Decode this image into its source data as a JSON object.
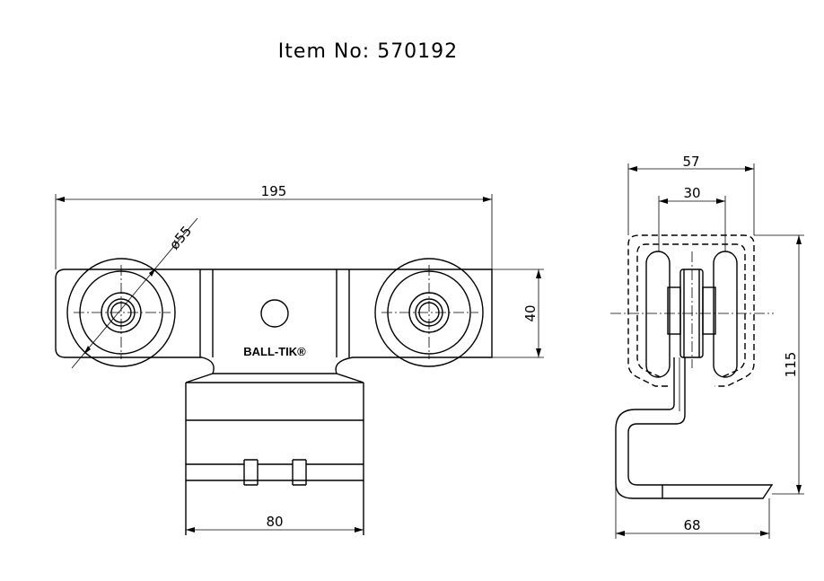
{
  "title": "Item No: 570192",
  "brand_mark": "BALL-TIK®",
  "front_view": {
    "dim_overall_length": "195",
    "dim_wheel_diameter": "ø55",
    "dim_height": "40",
    "dim_hanger_width": "80"
  },
  "side_view": {
    "dim_outer_width": "57",
    "dim_inner_width": "30",
    "dim_total_height": "115",
    "dim_base_width": "68"
  }
}
